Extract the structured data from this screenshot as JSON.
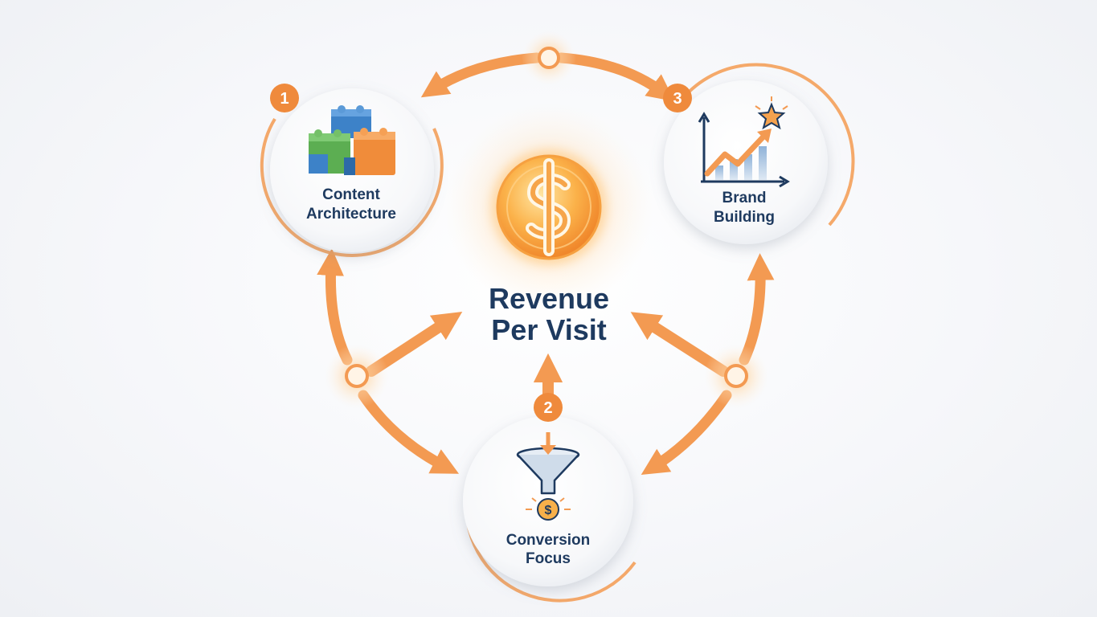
{
  "center": {
    "line1": "Revenue",
    "line2": "Per Visit",
    "icon": "dollar-coin-icon"
  },
  "nodes": [
    {
      "id": "content",
      "number": "1",
      "line1": "Content",
      "line2": "Architecture",
      "icon": "building-blocks-icon"
    },
    {
      "id": "conversion",
      "number": "2",
      "line1": "Conversion",
      "line2": "Focus",
      "icon": "funnel-icon"
    },
    {
      "id": "brand",
      "number": "3",
      "line1": "Brand",
      "line2": "Building",
      "icon": "growth-chart-icon"
    }
  ],
  "colors": {
    "accent": "#f4a05a",
    "accent_dark": "#ef8a3c",
    "text": "#1e3a5f",
    "coin": "#f7a13a",
    "block_blue": "#3d82c8",
    "block_green": "#5cae52",
    "block_orange": "#f08c3a"
  }
}
